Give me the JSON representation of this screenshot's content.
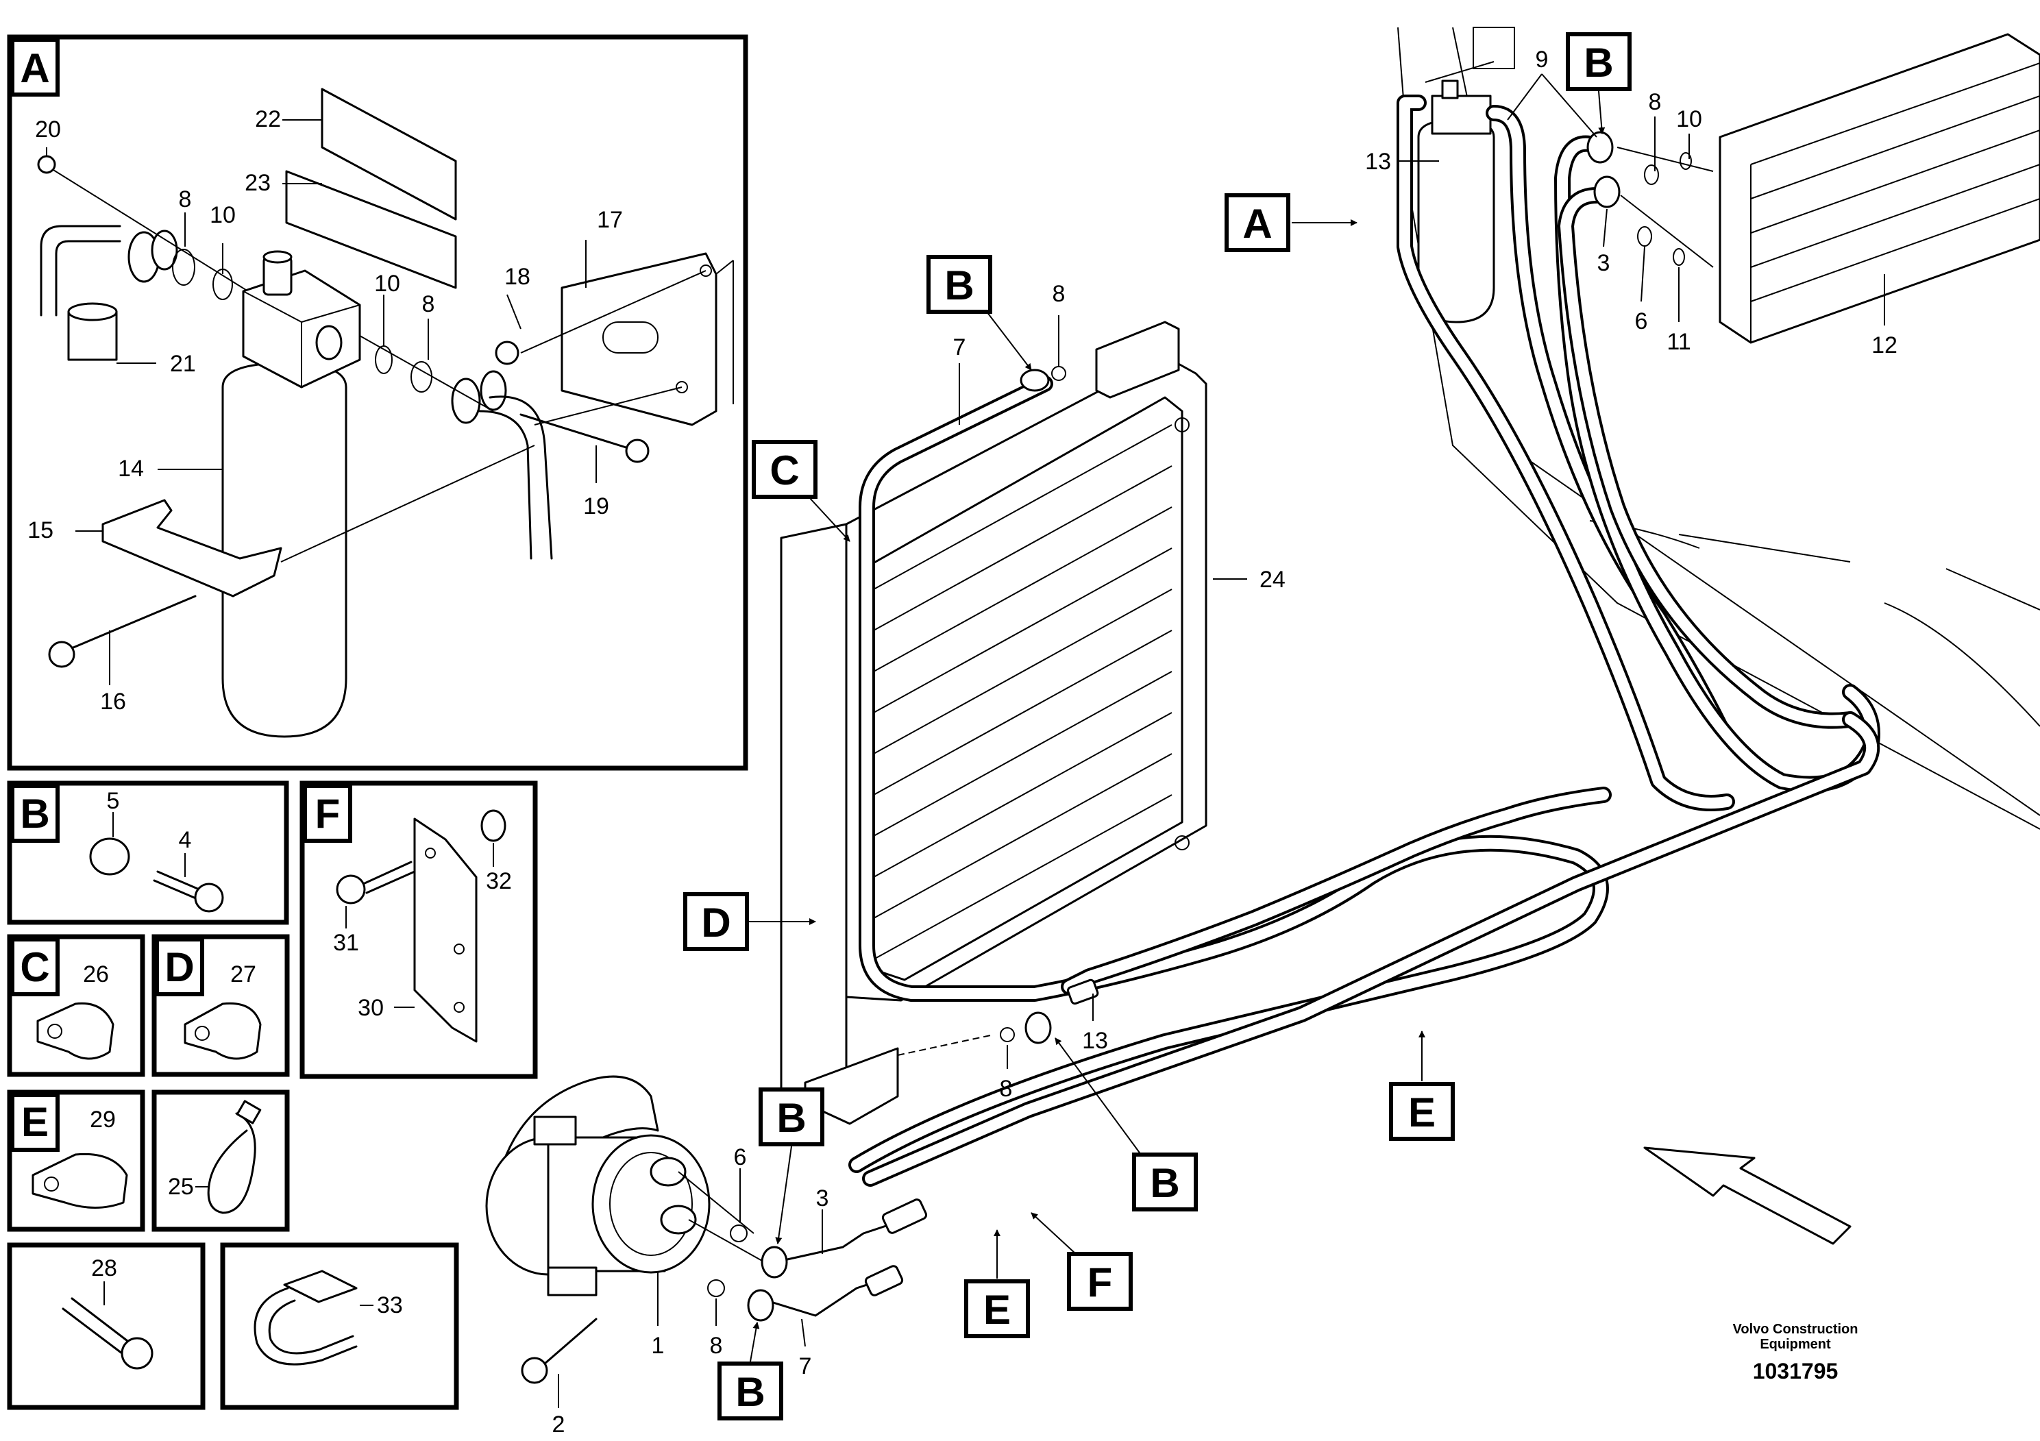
{
  "inset_letters": {
    "A": "A",
    "B": "B",
    "C": "C",
    "D": "D",
    "E": "E",
    "F": "F"
  },
  "inset_parts": {
    "A": [
      "20",
      "22",
      "23",
      "8",
      "10",
      "21",
      "17",
      "18",
      "10",
      "8",
      "14",
      "15",
      "19",
      "16"
    ],
    "B": [
      "5",
      "4"
    ],
    "C": [
      "26"
    ],
    "D": [
      "27"
    ],
    "E": [
      "29"
    ],
    "F": [
      "32",
      "31",
      "30"
    ],
    "tie": [
      "25"
    ],
    "bolt": [
      "28"
    ],
    "clamp": [
      "33"
    ]
  },
  "callout_tags": {
    "A": "A",
    "B_top": "B",
    "B_cond": "B",
    "C": "C",
    "D": "D",
    "B_lower": "B",
    "B_comp1": "B",
    "B_comp2": "B",
    "E_right": "E",
    "E_bottom": "E",
    "F_bottom": "F"
  },
  "main_parts": {
    "p9": "9",
    "p8a": "8",
    "p10": "10",
    "p13a": "13",
    "p3a": "3",
    "p6a": "6",
    "p11": "11",
    "p12": "12",
    "p8b": "8",
    "p7a": "7",
    "p24": "24",
    "p13b": "13",
    "p8c": "8",
    "p6b": "6",
    "p3b": "3",
    "p8d": "8",
    "p7b": "7",
    "p1": "1",
    "p2": "2"
  },
  "footer": {
    "maker": "Volvo Construction",
    "maker2": "Equipment",
    "doc_number": "1031795"
  }
}
